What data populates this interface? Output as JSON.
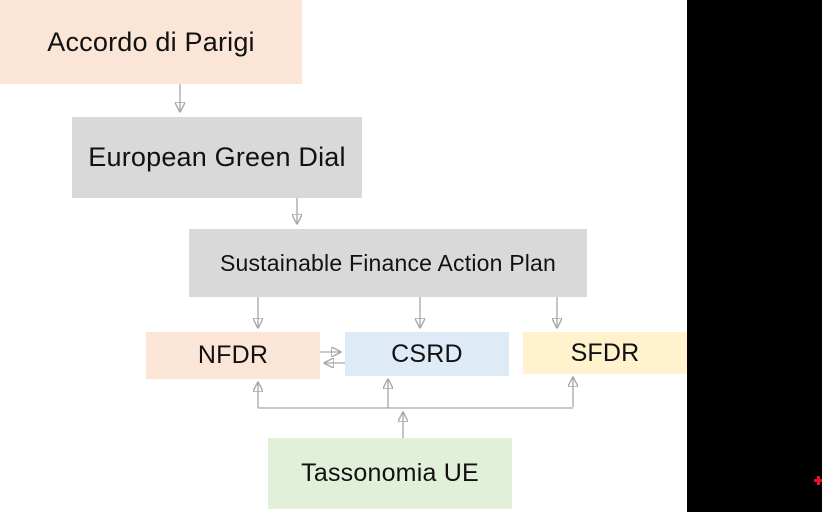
{
  "diagram": {
    "nodes": {
      "accordo": {
        "label": "Accordo di Parigi",
        "bg": "#fbe5d6"
      },
      "european_green_dial": {
        "label": "European Green Dial",
        "bg": "#d9d9d9"
      },
      "sfap": {
        "label": "Sustainable Finance Action Plan",
        "bg": "#d9d9d9"
      },
      "nfdr": {
        "label": "NFDR",
        "bg": "#fbe5d6"
      },
      "csrd": {
        "label": "CSRD",
        "bg": "#deeaf6"
      },
      "sfdr": {
        "label": "SFDR",
        "bg": "#fff2cc"
      },
      "tassonomia": {
        "label": "Tassonomia UE",
        "bg": "#e2efd9"
      }
    },
    "edges": [
      {
        "from": "accordo",
        "to": "european_green_dial"
      },
      {
        "from": "european_green_dial",
        "to": "sfap"
      },
      {
        "from": "sfap",
        "to": "nfdr"
      },
      {
        "from": "sfap",
        "to": "csrd"
      },
      {
        "from": "sfap",
        "to": "sfdr"
      },
      {
        "from": "nfdr",
        "to": "csrd"
      },
      {
        "from": "csrd",
        "to": "nfdr"
      },
      {
        "from": "tassonomia",
        "to": "nfdr"
      },
      {
        "from": "tassonomia",
        "to": "csrd"
      },
      {
        "from": "tassonomia",
        "to": "sfdr"
      }
    ],
    "arrow_color": "#a6a6a6"
  },
  "panel": {
    "color": "#000000"
  },
  "marker": {
    "color": "#e8112d"
  }
}
